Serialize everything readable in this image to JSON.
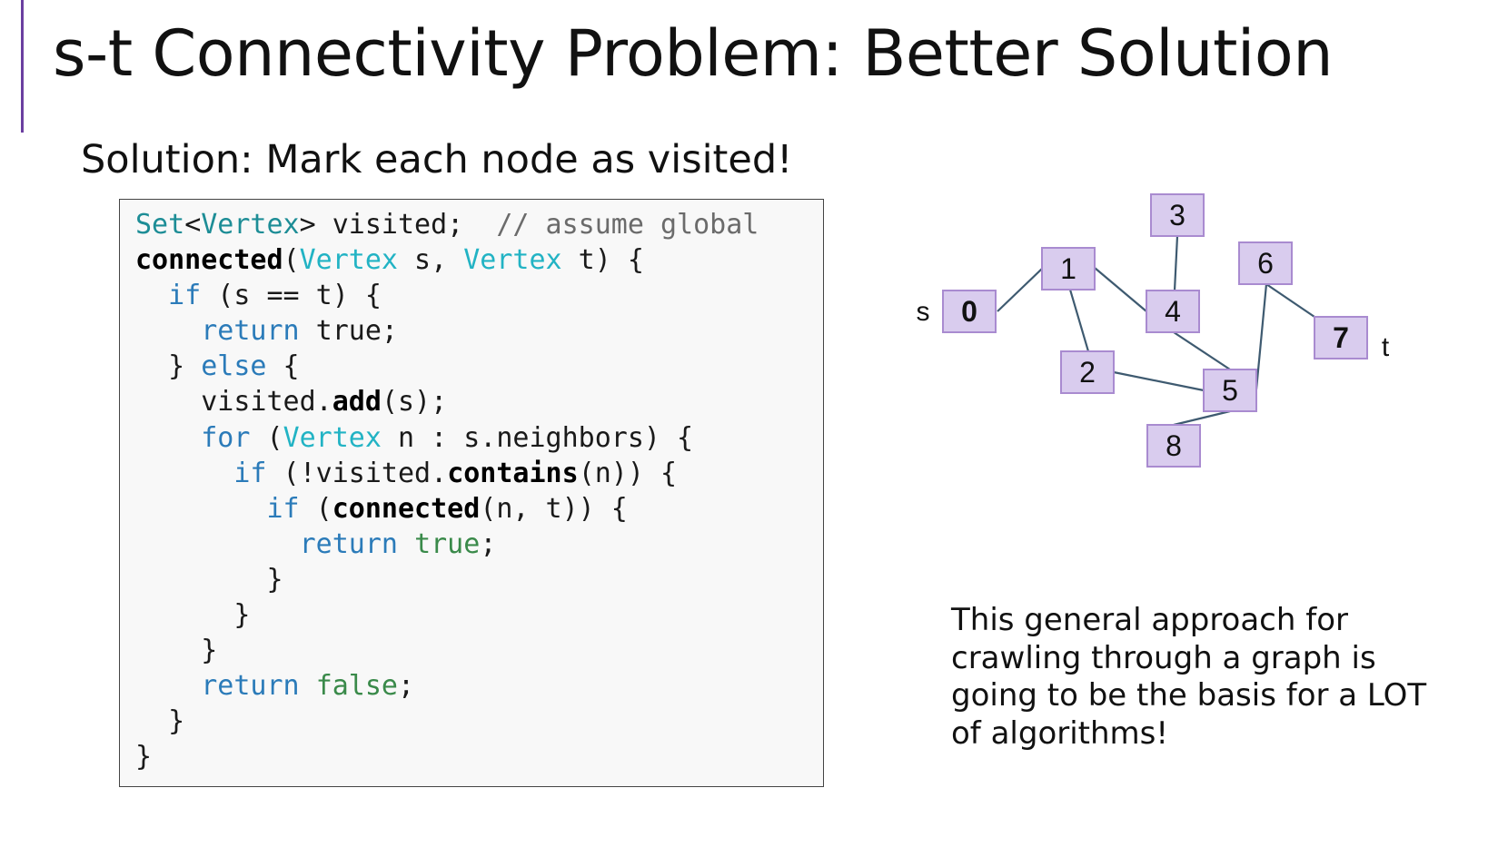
{
  "slide": {
    "title": "s-t Connectivity Problem: Better Solution",
    "subtitle": "Solution: Mark each node as visited!",
    "note_lines": [
      "This general approach for",
      "crawling through a graph is",
      "going to be the basis for a LOT",
      "of algorithms!"
    ]
  },
  "code": {
    "l1_type": "Set",
    "l1_lt": "<",
    "l1_type2": "Vertex",
    "l1_rest": "> visited;  ",
    "l1_comment": "// assume global",
    "l2_fn": "connected",
    "l2_p1": "(",
    "l2_t1": "Vertex",
    "l2_p2": " s, ",
    "l2_t2": "Vertex",
    "l2_p3": " t) {",
    "l3_kw": "if",
    "l3_rest": " (s == t) {",
    "l4_kw": "return",
    "l4_rest": " true;",
    "l5_p1": "} ",
    "l5_kw": "else",
    "l5_p2": " {",
    "l6_p1": "visited.",
    "l6_fn": "add",
    "l6_p2": "(s);",
    "l7_kw": "for",
    "l7_p1": " (",
    "l7_ty": "Vertex",
    "l7_p2": " n : s.neighbors) {",
    "l8_kw": "if",
    "l8_p1": " (!visited.",
    "l8_fn": "contains",
    "l8_p2": "(n)) {",
    "l9_kw": "if",
    "l9_p1": " (",
    "l9_fn": "connected",
    "l9_p2": "(n, t)) {",
    "l10_kw": "return",
    "l10_lit": "true",
    "l10_p": ";",
    "l11": "}",
    "l12": "}",
    "l13": "}",
    "l14_kw": "return",
    "l14_lit": "false",
    "l14_p": ";",
    "l15": "}",
    "l16": "}"
  },
  "graph": {
    "node_fill": "#d9ccee",
    "node_stroke": "#a98bd0",
    "edge_color": "#3e5a70",
    "nodes": [
      {
        "id": "0",
        "label": "0",
        "bold": true
      },
      {
        "id": "1",
        "label": "1",
        "bold": false
      },
      {
        "id": "2",
        "label": "2",
        "bold": false
      },
      {
        "id": "3",
        "label": "3",
        "bold": false
      },
      {
        "id": "4",
        "label": "4",
        "bold": false
      },
      {
        "id": "5",
        "label": "5",
        "bold": false
      },
      {
        "id": "6",
        "label": "6",
        "bold": false
      },
      {
        "id": "7",
        "label": "7",
        "bold": true
      },
      {
        "id": "8",
        "label": "8",
        "bold": false
      }
    ],
    "edges": [
      [
        "0",
        "1"
      ],
      [
        "1",
        "2"
      ],
      [
        "1",
        "4"
      ],
      [
        "3",
        "4"
      ],
      [
        "4",
        "5"
      ],
      [
        "2",
        "5"
      ],
      [
        "5",
        "6"
      ],
      [
        "6",
        "7"
      ],
      [
        "5",
        "8"
      ]
    ],
    "source_label": "s",
    "target_label": "t"
  }
}
